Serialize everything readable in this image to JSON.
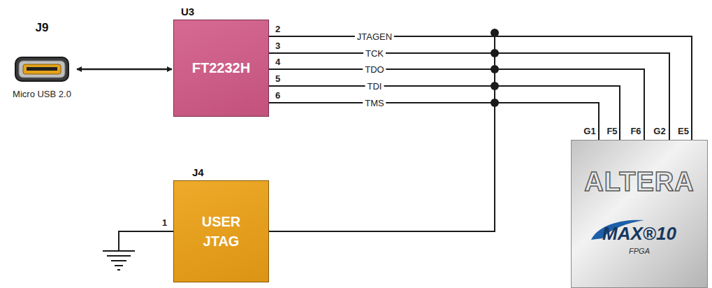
{
  "diagram": {
    "nodes": [
      {
        "text": [
          "J9",
          "Micro USB 2.0"
        ]
      },
      {
        "text": [
          "U3",
          "FT2232H"
        ]
      },
      {
        "text": [
          "J4",
          "USER JTAG"
        ]
      },
      {
        "text": [
          "ALTERA",
          "MAX®10",
          "FPGA"
        ]
      }
    ],
    "edges": [
      {
        "from": 0,
        "to": 1,
        "arrow": "both"
      },
      {
        "from": 1,
        "to": 3,
        "label": "JTAGEN",
        "arrow": "none"
      },
      {
        "from": 1,
        "to": 3,
        "label": "TCK",
        "arrow": "none"
      },
      {
        "from": 1,
        "to": 3,
        "label": "TDO",
        "arrow": "none"
      },
      {
        "from": 1,
        "to": 3,
        "label": "TDI",
        "arrow": "none"
      },
      {
        "from": 1,
        "to": 3,
        "label": "TMS",
        "arrow": "none"
      },
      {
        "from": 2,
        "to": 3,
        "arrow": "none"
      }
    ],
    "labels": [
      "2",
      "3",
      "4",
      "5",
      "6",
      "G1",
      "F5",
      "F6",
      "G2",
      "E5",
      "1"
    ]
  }
}
